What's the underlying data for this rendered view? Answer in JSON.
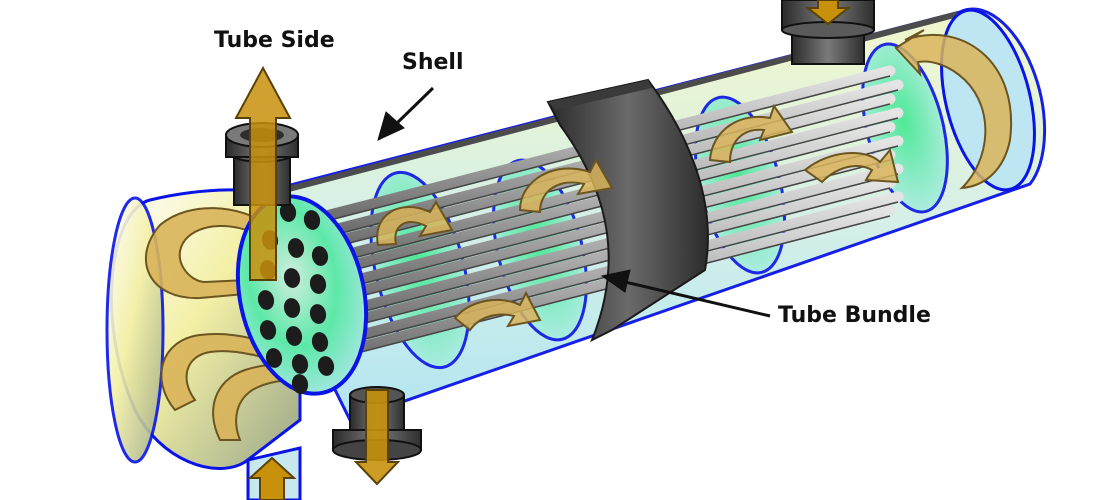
{
  "diagram": {
    "labels": {
      "tube_side": "Tube Side",
      "shell": "Shell",
      "tube_bundle": "Tube Bundle"
    },
    "components": {
      "tube_sheet_holes": 18,
      "baffles": 4,
      "nozzles": [
        "tube-side-outlet",
        "tube-side-inlet",
        "shell-side-inlet",
        "shell-side-outlet"
      ]
    },
    "colors": {
      "outline": "#0a14e6",
      "shell_fill": "#d6f2e8",
      "baffle_fill": "#45e89a",
      "tube": "#a7a7a7",
      "flow_arrow": "#d9b45a",
      "nozzle": "#4a4a4a",
      "band": "#555555",
      "tube_side_arrow": "#c8910c"
    }
  }
}
